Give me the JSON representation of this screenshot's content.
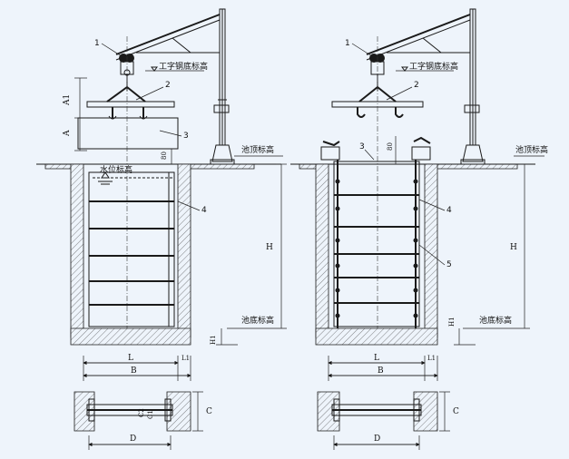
{
  "labels": {
    "callout_1": "1",
    "callout_2": "2",
    "callout_3": "3",
    "callout_4": "4",
    "callout_5": "5",
    "i_beam_bottom_elev": "工字钢底标高",
    "pool_top_elev": "池顶标高",
    "pool_bottom_elev": "池底标高",
    "water_level_elev": "水位标高",
    "dim_A1": "A1",
    "dim_A": "A",
    "dim_80": "80",
    "dim_H": "H",
    "dim_H1": "H1",
    "dim_L": "L",
    "dim_L1": "L1",
    "dim_B": "B",
    "dim_D": "D",
    "dim_C": "C",
    "dim_C1": "C1",
    "dim_C2": "C2"
  }
}
